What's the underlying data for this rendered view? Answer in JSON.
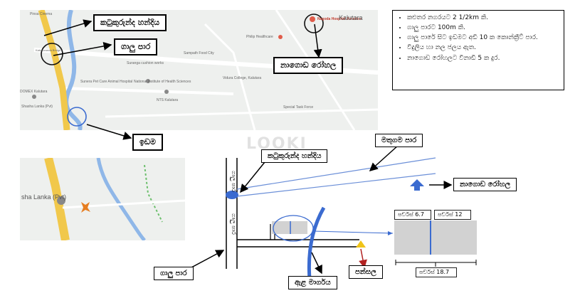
{
  "map_top": {
    "labels": {
      "cinema": "Pinsa Cinema",
      "hospital": "Nagoda Hospital Junction",
      "philip": "Philip Healthcare",
      "sampath": "Sampath Food City",
      "suranga": "Suranga cushion works",
      "bridge": "Katukurunda Bridge",
      "sunera": "Sunera Pet Care Animal Hospital",
      "institute": "National Institute of Health Sciences",
      "vidura": "Vidura College, Kalutara",
      "domex": "DOMEX Kalutara",
      "nts": "NTS Kalutara",
      "task": "Special Task Force",
      "lanka": "Shasha Lanka (Pvt)",
      "kalutara": "Kalutara"
    }
  },
  "map_bottom": {
    "labels": {
      "lanka": "sha Lanka (Pvt)"
    }
  },
  "callouts": {
    "katukurunda_top": "කටුකුරුන්ද හන්දිය",
    "galle_road_top": "ගාලු පාර",
    "nagoda_top": "නාගොඩ රෝහල",
    "land": "ඉඩම",
    "katukurunda_mid": "කටුකුරුන්ද හන්දිය",
    "mathugama": "මතුගම පාර",
    "nagoda_mid": "නාගොඩ රෝහල",
    "galle_road_bottom": "ගාලු පාර",
    "ela": "ඇළ මාර්ගය",
    "school": "පන්සල",
    "vertical_road_upper": "ගාලු පාර",
    "vertical_road_lower": "ගාලු පාර"
  },
  "info": {
    "items": [
      "කළුතර නගරයට 2 1/2km කි.",
      "ගාලු පාරට 100m කි.",
      "ගාලු පාරේ සිට ඉඩමට අඩි 10 ක කොන්ක්‍රීට් පාර.",
      "විදුලිය හා නල ජලය ඇත.",
      "නාගොඩ රෝහලට විනාඩි 5 ක දුර."
    ]
  },
  "dimensions": {
    "left": "පර්චස් 6.7",
    "right": "පර්චස් 12",
    "total": "පර්චස් 18.7"
  },
  "watermark": "LOOKI",
  "colors": {
    "map_bg": "#eef0ee",
    "road_yellow": "#f1c84b",
    "river_blue": "#8fb7e8",
    "marker_blue": "#3b6bd0",
    "school_yellow": "#f0c419",
    "arrow_red": "#b22222"
  }
}
